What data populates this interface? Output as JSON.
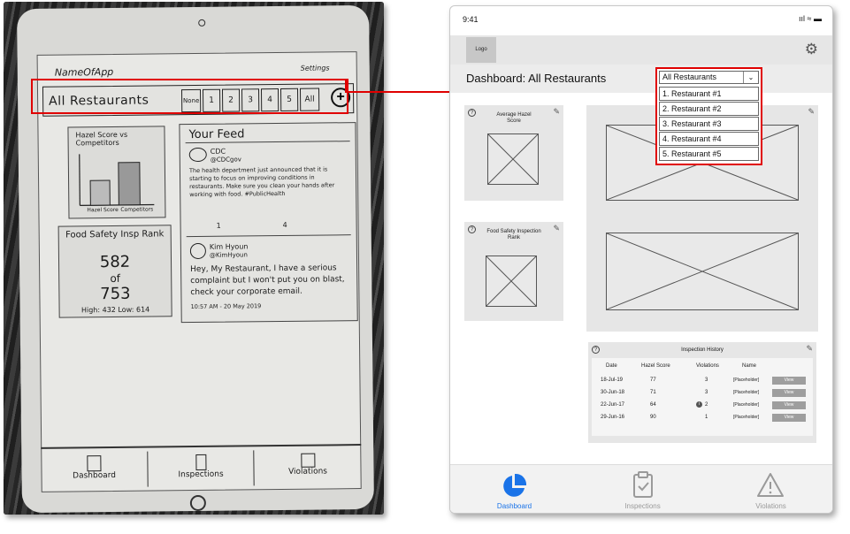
{
  "sketch": {
    "app_name": "NameOfApp",
    "settings_label": "Settings",
    "selector_text": "All Restaurants",
    "segments": [
      "None",
      "1",
      "2",
      "3",
      "4",
      "5",
      "All"
    ],
    "chart_card_title": "Hazel Score vs Competitors",
    "chart_card_x1": "Hazel Score",
    "chart_card_x2": "Competitors",
    "feed_title": "Your Feed",
    "post1_author": "CDC",
    "post1_handle": "@CDCgov",
    "post1_text": "The health department just announced that it is starting to focus on improving conditions in restaurants. Make sure you clean your hands after working with food. #PublicHealth",
    "post1_counts": {
      "retweets": "1",
      "likes": "4"
    },
    "post2_author": "Kim Hyoun",
    "post2_handle": "@KimHyoun",
    "post2_text": "Hey, My Restaurant, I have a serious complaint but I won't put you on blast, check your corporate email.",
    "post2_time": "10:57 AM - 20 May 2019",
    "rank_title": "Food Safety Insp Rank",
    "rank_value": "582",
    "rank_of": "of",
    "rank_total": "753",
    "rank_range": "High: 432  Low: 614",
    "tabs": [
      "Dashboard",
      "Inspections",
      "Violations"
    ]
  },
  "wireframe": {
    "status_time": "9:41",
    "status_icons": "ııl ≈ ▬",
    "logo": "Logo",
    "page_title": "Dashboard: All Restaurants",
    "dropdown": {
      "selected": "All Restaurants",
      "options": [
        "1. Restaurant #1",
        "2. Restaurant #2",
        "3. Restaurant #3",
        "4. Restaurant #4",
        "5. Restaurant #5"
      ]
    },
    "panel_avg": "Average Hazel Score",
    "panel_rank": "Food Safety Inspection Rank",
    "history": {
      "title": "Inspection History",
      "headers": [
        "Date",
        "Hazel Score",
        "Violations",
        "Name"
      ],
      "rows": [
        {
          "date": "18-Jul-19",
          "score": "77",
          "violations": "3",
          "name": "[Placeholder]",
          "action": "View"
        },
        {
          "date": "30-Jun-18",
          "score": "71",
          "violations": "3",
          "name": "[Placeholder]",
          "action": "View"
        },
        {
          "date": "22-Jun-17",
          "score": "64",
          "violations": "2",
          "name": "[Placeholder]",
          "action": "View"
        },
        {
          "date": "29-Jun-16",
          "score": "90",
          "violations": "1",
          "name": "[Placeholder]",
          "action": "View"
        }
      ]
    },
    "tabs": [
      {
        "label": "Dashboard",
        "icon": "pie-chart-icon",
        "color": "#1a73e8"
      },
      {
        "label": "Inspections",
        "icon": "clipboard-check-icon",
        "color": "#9a9a9a"
      },
      {
        "label": "Violations",
        "icon": "warning-icon",
        "color": "#9a9a9a"
      }
    ]
  },
  "colors": {
    "highlight": "#e00000",
    "accent": "#1a73e8"
  }
}
